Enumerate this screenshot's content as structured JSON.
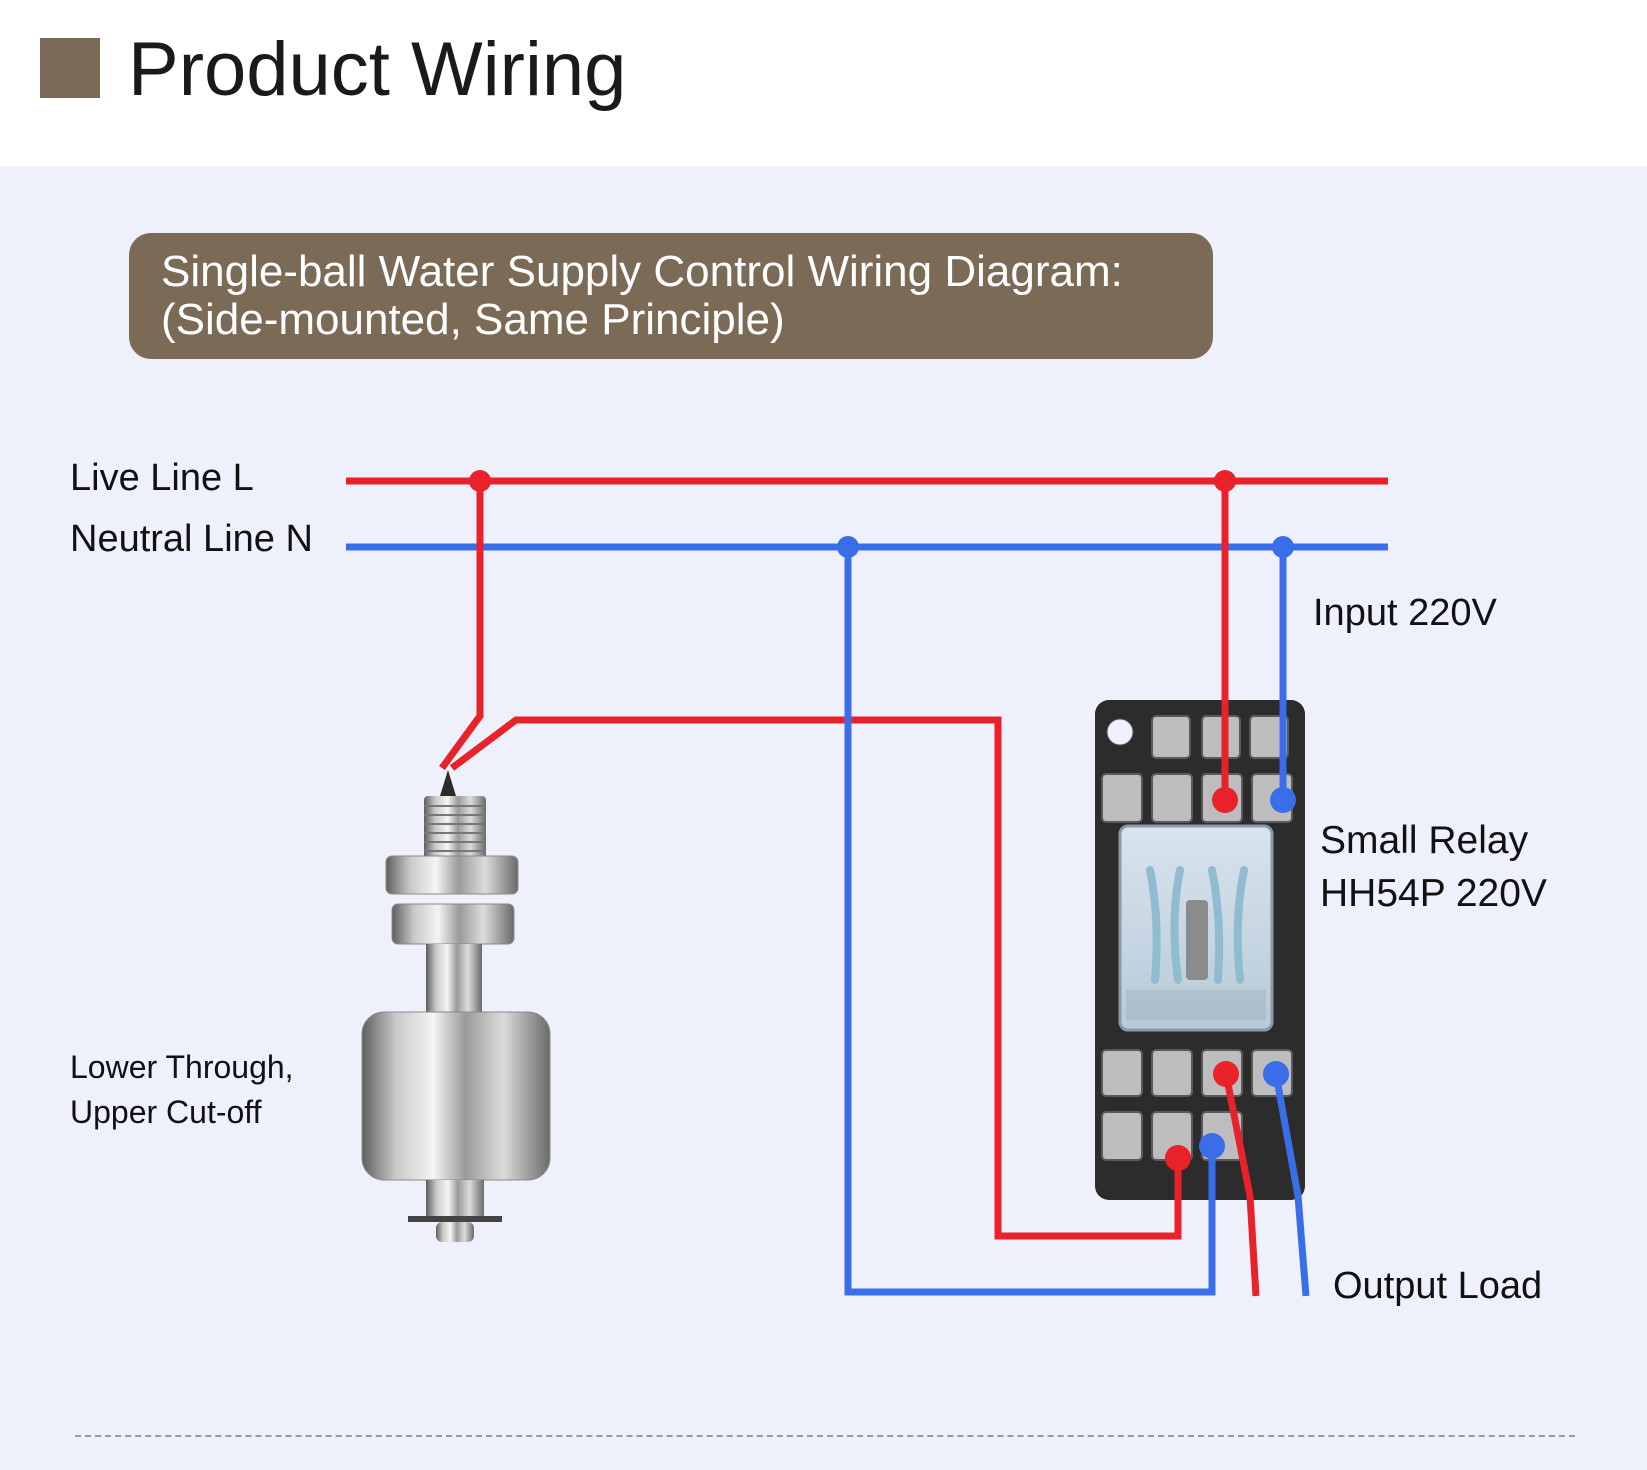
{
  "header": {
    "title": "Product Wiring"
  },
  "banner": {
    "line1": "Single-ball Water Supply Control Wiring Diagram:",
    "line2": "(Side-mounted, Same Principle)"
  },
  "labels": {
    "live_line": "Live Line L",
    "neutral_line": "Neutral Line N",
    "input": "Input 220V",
    "relay_line1": "Small Relay",
    "relay_line2": "HH54P 220V",
    "switch_line1": "Lower Through,",
    "switch_line2": "Upper Cut-off",
    "output": "Output Load"
  },
  "colors": {
    "live": "#e8212b",
    "neutral": "#3a6ee8",
    "accent": "#7a6a56",
    "panel_bg": "#eef1fc"
  },
  "icons": {
    "float_switch": "float-switch-icon",
    "relay": "relay-icon"
  }
}
